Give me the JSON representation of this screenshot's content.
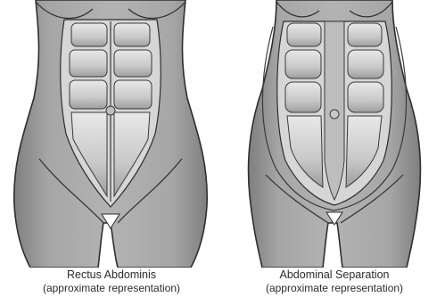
{
  "figures": [
    {
      "title": "Rectus Abdominis",
      "subtitle": "(approximate representation)"
    },
    {
      "title": "Abdominal Separation",
      "subtitle": "(approximate representation)"
    }
  ],
  "colors": {
    "skin": "#a9a9a9",
    "skin_shadow": "#8f8f8f",
    "outline": "#2e2e2e",
    "muscle_light": "#e6e6e6",
    "muscle_mid": "#c2c2c2",
    "sheath": "#d4d4d4",
    "caption": "#2b2b2b"
  }
}
